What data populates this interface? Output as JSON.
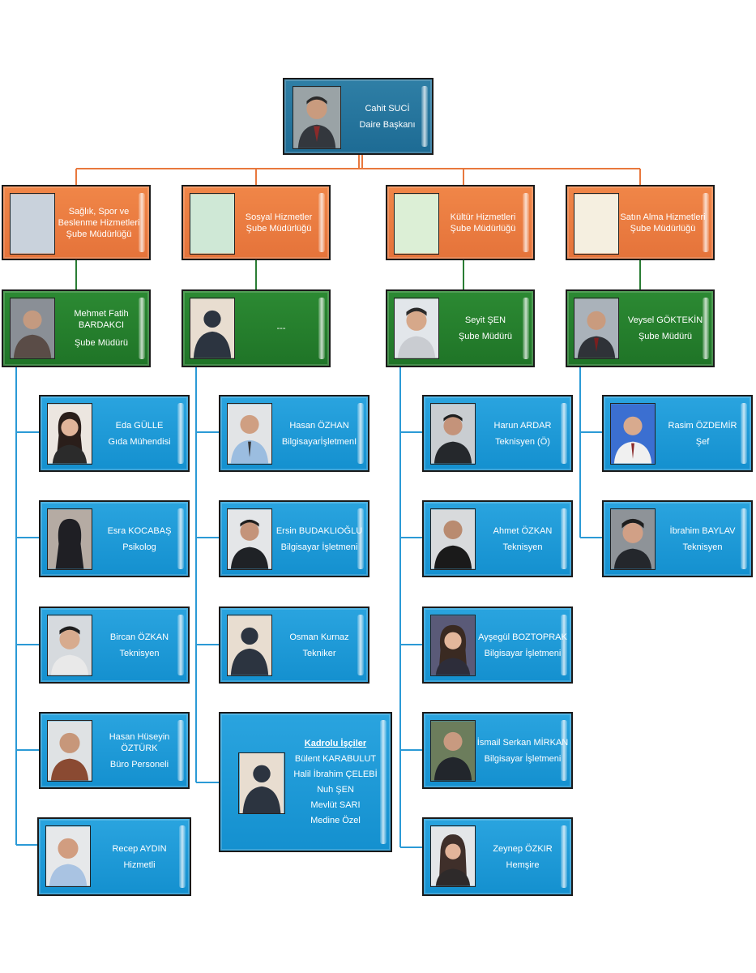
{
  "head": {
    "name": "Cahit SUCİ",
    "title": "Daire Başkanı"
  },
  "departments": [
    {
      "lines": [
        "Sağlık, Spor ve",
        "Beslenme Hizmetleri",
        "Şube Müdürlüğü"
      ],
      "swatch": "#c9d2dc"
    },
    {
      "lines": [
        "Sosyal Hizmetler",
        "Şube Müdürlüğü"
      ],
      "swatch": "#cfe8d6"
    },
    {
      "lines": [
        "Kültür Hizmetleri",
        "Şube Müdürlüğü"
      ],
      "swatch": "#dcefd6"
    },
    {
      "lines": [
        "Satın Alma Hizmetleri",
        "Şube Müdürlüğü"
      ],
      "swatch": "#f5efe0"
    }
  ],
  "managers": [
    {
      "name_lines": [
        "Mehmet Fatih",
        "BARDAKCI"
      ],
      "title": "Şube Müdürü"
    },
    {
      "name_lines": [
        "---"
      ],
      "title": ""
    },
    {
      "name_lines": [
        "Seyit ŞEN"
      ],
      "title": "Şube Müdürü"
    },
    {
      "name_lines": [
        "Veysel GÖKTEKİN"
      ],
      "title": "Şube Müdürü"
    }
  ],
  "staff": {
    "col1": [
      {
        "name_lines": [
          "Eda GÜLLE"
        ],
        "title": "Gıda Mühendisi"
      },
      {
        "name_lines": [
          "Esra KOCABAŞ"
        ],
        "title": "Psikolog"
      },
      {
        "name_lines": [
          "Bircan ÖZKAN"
        ],
        "title": "Teknisyen"
      },
      {
        "name_lines": [
          "Hasan Hüseyin",
          "ÖZTÜRK"
        ],
        "title": "Büro Personeli"
      },
      {
        "name_lines": [
          "Recep AYDIN"
        ],
        "title": "Hizmetli"
      }
    ],
    "col2": [
      {
        "name_lines": [
          "Hasan ÖZHAN"
        ],
        "title": "BilgisayarİşletmenI"
      },
      {
        "name_lines": [
          "Ersin BUDAKLIOĞLU"
        ],
        "title": "Bilgisayar İşletmeni"
      },
      {
        "name_lines": [
          "Osman Kurnaz"
        ],
        "title": "Tekniker"
      }
    ],
    "col3": [
      {
        "name_lines": [
          "Harun ARDAR"
        ],
        "title": "Teknisyen (Ö)"
      },
      {
        "name_lines": [
          "Ahmet ÖZKAN"
        ],
        "title": "Teknisyen"
      },
      {
        "name_lines": [
          "Ayşegül BOZTOPRAK"
        ],
        "title": "Bilgisayar İşletmeni"
      },
      {
        "name_lines": [
          "İsmail Serkan MİRKAN"
        ],
        "title": "Bilgisayar İşletmeni"
      },
      {
        "name_lines": [
          "Zeynep ÖZKIR"
        ],
        "title": "Hemşire"
      }
    ],
    "col4": [
      {
        "name_lines": [
          "Rasim ÖZDEMİR"
        ],
        "title": "Şef"
      },
      {
        "name_lines": [
          "İbrahim BAYLAV"
        ],
        "title": "Teknisyen"
      }
    ]
  },
  "workers": {
    "heading": "Kadrolu İşçiler",
    "names": [
      "Bülent KARABULUT",
      "Halil İbrahim ÇELEBİ",
      "Nuh ŞEN",
      "Mevlüt SARI",
      "Medine Özel"
    ]
  },
  "colors": {
    "blue": "#1a97d5",
    "orange": "#e8783d",
    "green": "#237a2b",
    "navy": "#246f99",
    "connector_orange": "#e8783d",
    "connector_green": "#2a7d34",
    "connector_blue": "#2b9ad6"
  }
}
